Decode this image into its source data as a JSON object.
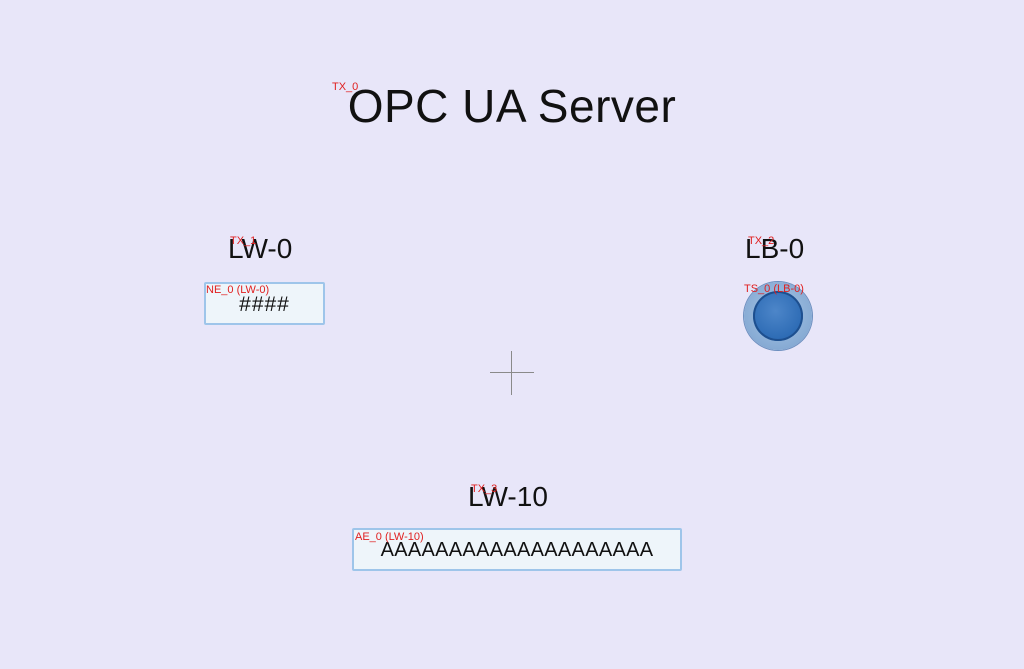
{
  "title": "OPC UA Server",
  "tags": {
    "title_tag": "TX_0",
    "lw0_tag": "TX_1",
    "lb0_tag": "TX_2",
    "lw10_tag": "TX_3",
    "numeric_tag": "NE_0 (LW-0)",
    "toggle_tag": "TS_0 (LB-0)",
    "ascii_tag": "AE_0 (LW-10)"
  },
  "labels": {
    "lw0": "LW-0",
    "lb0": "LB-0",
    "lw10": "LW-10"
  },
  "numeric_field": {
    "value": "####"
  },
  "ascii_field": {
    "value": "AAAAAAAAAAAAAAAAAAAA"
  },
  "colors": {
    "background": "#e8e6f9",
    "tag_text": "#e02020",
    "field_border": "#9ec5ea",
    "toggle_fill": "#2f6db6"
  }
}
